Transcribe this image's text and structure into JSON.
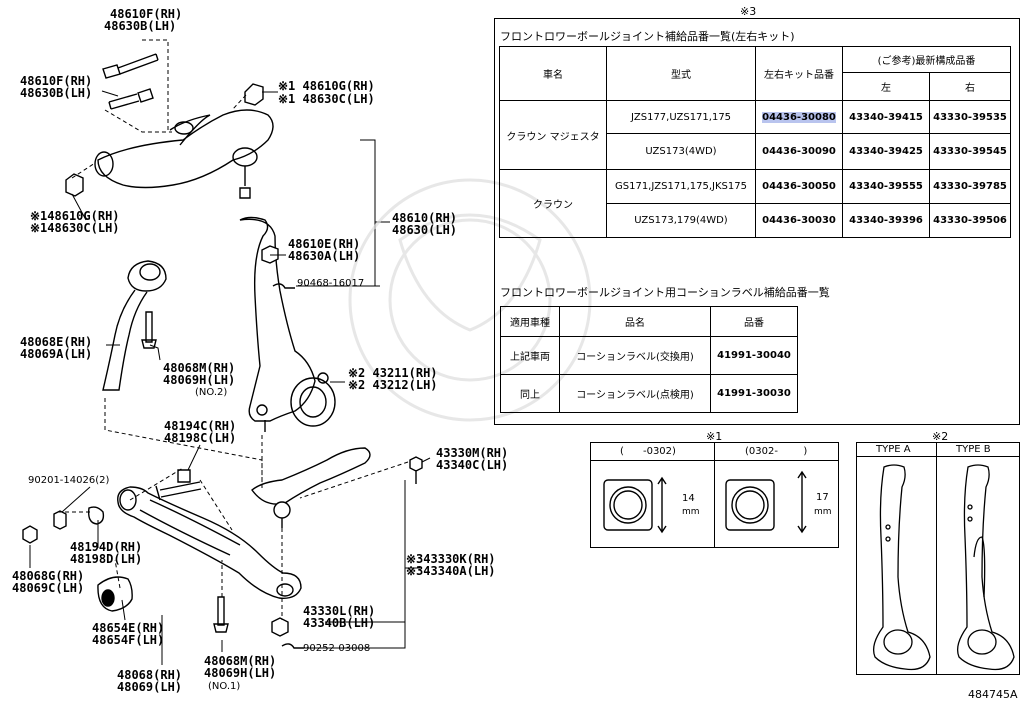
{
  "labels": {
    "l48610F_1": "48610F(RH)",
    "l48630B_1": "48630B(LH)",
    "l48610F_2": "48610F(RH)",
    "l48630B_2": "48630B(LH)",
    "l48610G_top": "※1 48610G(RH)",
    "l48630C_top": "※1 48630C(LH)",
    "l48610G_bot": "※148610G(RH)",
    "l48630C_bot": "※148630C(LH)",
    "l48610H": "48610(RH)",
    "l48630H": "48630(LH)",
    "l48610E": "48610E(RH)",
    "l48630A": "48630A(LH)",
    "l90468": "90468-16017",
    "l48068E": "48068E(RH)",
    "l48069A": "48069A(LH)",
    "l48068M_2": "48068M(RH)",
    "l48069H_2": "48069H(LH)",
    "no2": "(NO.2)",
    "l43211": "※2 43211(RH)",
    "l43212": "※2 43212(LH)",
    "l48194C": "48194C(RH)",
    "l48198C": "48198C(LH)",
    "l43330M": "43330M(RH)",
    "l43340C": "43340C(LH)",
    "l90201": "90201-14026(2)",
    "l48194D": "48194D(RH)",
    "l48198D": "48198D(LH)",
    "l48068G": "48068G(RH)",
    "l48069C": "48069C(LH)",
    "l43330K": "※343330K(RH)",
    "l43340A": "※343340A(LH)",
    "l48654E": "48654E(RH)",
    "l48654F": "48654F(LH)",
    "l43330L": "43330L(RH)",
    "l43340B": "43340B(LH)",
    "l90252": "90252-03008",
    "l48068": "48068(RH)",
    "l48069": "48069(LH)",
    "l48068M_1": "48068M(RH)",
    "l48069H_1": "48069H(LH)",
    "no1": "(NO.1)",
    "code": "484745A"
  },
  "table3": {
    "mark": "※3",
    "title": "フロントロワーボールジョイント補給品番一覧(左右キット)",
    "h_car": "車名",
    "h_model": "型式",
    "h_kit": "左右キット品番",
    "h_ref": "(ご参考)最新構成品番",
    "h_left": "左",
    "h_right": "右",
    "rows": [
      {
        "car": "クラウン マジェスタ",
        "model": "JZS177,UZS171,175",
        "kit": "04436-30080",
        "left": "43340-39415",
        "right": "43330-39535"
      },
      {
        "model": "UZS173(4WD)",
        "kit": "04436-30090",
        "left": "43340-39425",
        "right": "43330-39545"
      },
      {
        "car": "クラウン",
        "model": "GS171,JZS171,175,JKS175",
        "kit": "04436-30050",
        "left": "43340-39555",
        "right": "43330-39785"
      },
      {
        "model": "UZS173,179(4WD)",
        "kit": "04436-30030",
        "left": "43340-39396",
        "right": "43330-39506"
      }
    ]
  },
  "table_label": {
    "title": "フロントロワーボールジョイント用コーションラベル補給品番一覧",
    "h_vehicle": "適用車種",
    "h_name": "品名",
    "h_part": "品番",
    "rows": [
      {
        "vehicle": "上記車両",
        "name": "コーションラベル(交換用)",
        "part": "41991-30040"
      },
      {
        "vehicle": "同上",
        "name": "コーションラベル(点検用)",
        "part": "41991-30030"
      }
    ]
  },
  "note1": {
    "mark": "※1",
    "col_a": "(      -0302)",
    "col_b": "(0302-        )",
    "dim_a": "14",
    "dim_b": "17",
    "unit": "mm"
  },
  "note2": {
    "mark": "※2",
    "type_a": "TYPE A",
    "type_b": "TYPE B"
  },
  "colors": {
    "highlight": "#b9c4ee",
    "line": "#000000"
  }
}
